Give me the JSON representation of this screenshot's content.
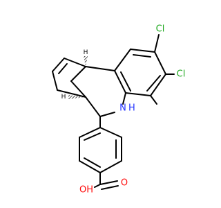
{
  "molecule": {
    "atoms": {
      "cl_top": "Cl",
      "cl_right": "Cl",
      "nh_n": "N",
      "nh_h": "H",
      "acid_o": "O",
      "acid_oh": "OH"
    },
    "stereo_markers": {
      "h_9b": "H",
      "h_3a": "H"
    },
    "colors": {
      "bond": "#000000",
      "chlorine": "#1fa91f",
      "nitrogen": "#2233ff",
      "oxygen": "#ff0d0d",
      "hydrogen": "#000000"
    }
  }
}
